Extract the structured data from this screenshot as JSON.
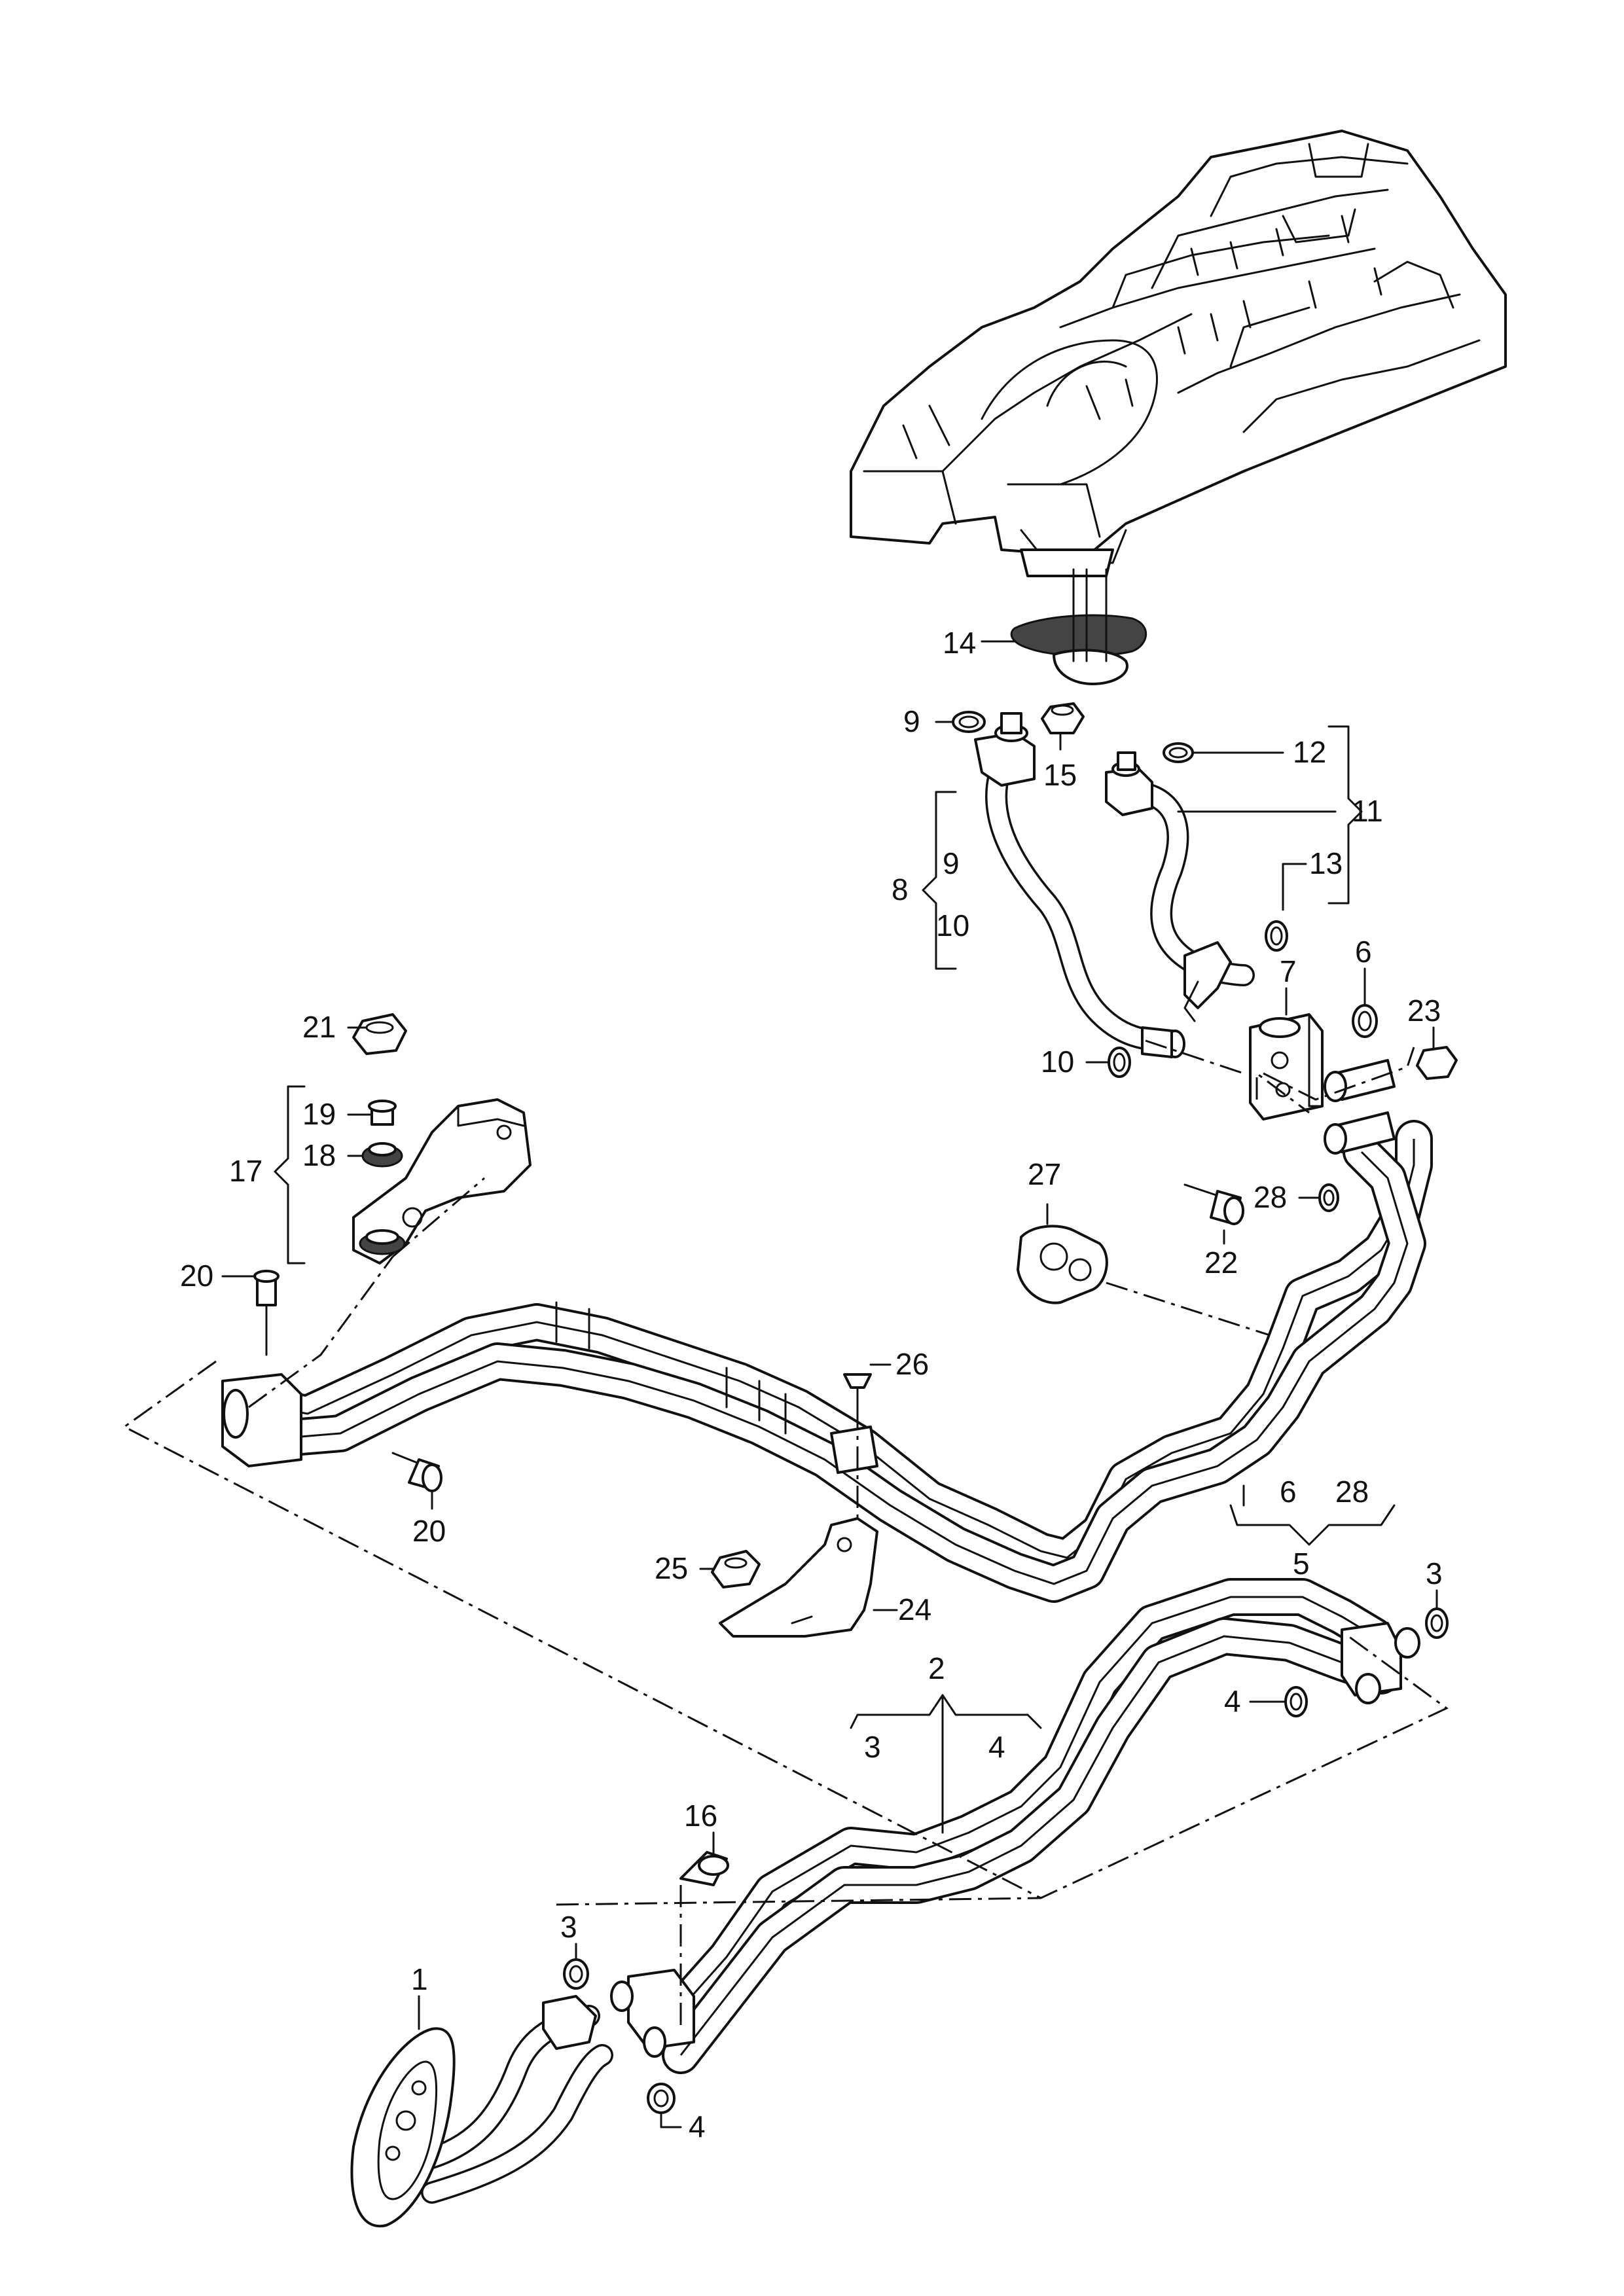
{
  "callouts": [
    {
      "id": "c1",
      "text": "1"
    },
    {
      "id": "c2",
      "text": "2"
    },
    {
      "id": "c2-3",
      "text": "3"
    },
    {
      "id": "c2-4",
      "text": "4"
    },
    {
      "id": "c3a",
      "text": "3"
    },
    {
      "id": "c3b",
      "text": "3"
    },
    {
      "id": "c4a",
      "text": "4"
    },
    {
      "id": "c4b",
      "text": "4"
    },
    {
      "id": "c5",
      "text": "5"
    },
    {
      "id": "c5-6",
      "text": "6"
    },
    {
      "id": "c5-28",
      "text": "28"
    },
    {
      "id": "c6",
      "text": "6"
    },
    {
      "id": "c7",
      "text": "7"
    },
    {
      "id": "c8",
      "text": "8"
    },
    {
      "id": "c8-9",
      "text": "9"
    },
    {
      "id": "c8-10",
      "text": "10"
    },
    {
      "id": "c9",
      "text": "9"
    },
    {
      "id": "c10",
      "text": "10"
    },
    {
      "id": "c11",
      "text": "11"
    },
    {
      "id": "c12",
      "text": "12"
    },
    {
      "id": "c13",
      "text": "13"
    },
    {
      "id": "c14",
      "text": "14"
    },
    {
      "id": "c15",
      "text": "15"
    },
    {
      "id": "c16",
      "text": "16"
    },
    {
      "id": "c17",
      "text": "17"
    },
    {
      "id": "c18",
      "text": "18"
    },
    {
      "id": "c19",
      "text": "19"
    },
    {
      "id": "c20a",
      "text": "20"
    },
    {
      "id": "c20b",
      "text": "20"
    },
    {
      "id": "c21",
      "text": "21"
    },
    {
      "id": "c22",
      "text": "22"
    },
    {
      "id": "c23",
      "text": "23"
    },
    {
      "id": "c24",
      "text": "24"
    },
    {
      "id": "c25",
      "text": "25"
    },
    {
      "id": "c26",
      "text": "26"
    },
    {
      "id": "c27",
      "text": "27"
    },
    {
      "id": "c28",
      "text": "28"
    }
  ]
}
